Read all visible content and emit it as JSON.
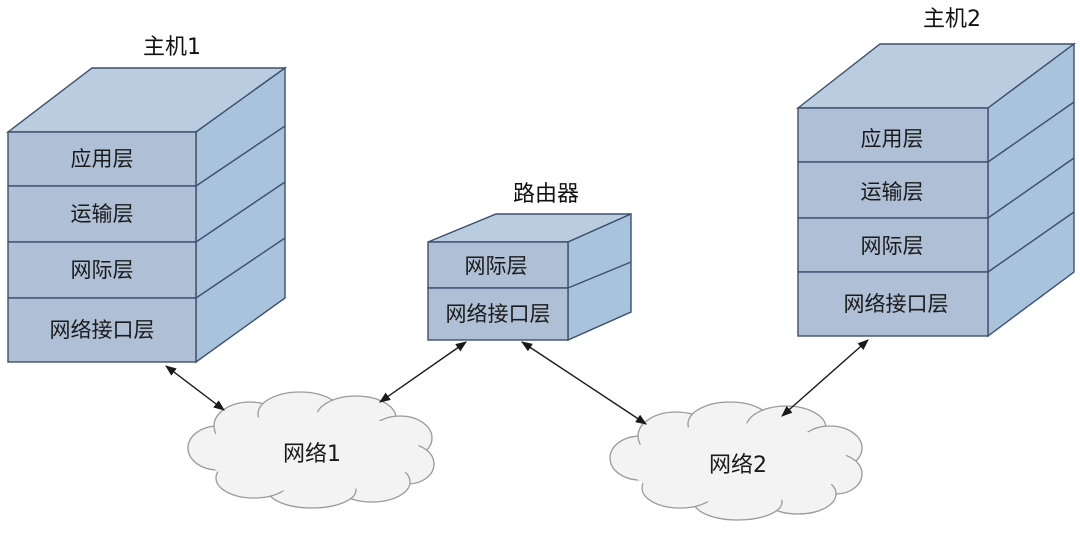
{
  "host1": {
    "title": "主机1",
    "layers": [
      "应用层",
      "运输层",
      "网际层",
      "网络接口层"
    ]
  },
  "host2": {
    "title": "主机2",
    "layers": [
      "应用层",
      "运输层",
      "网际层",
      "网络接口层"
    ]
  },
  "router": {
    "title": "路由器",
    "layers": [
      "网际层",
      "网络接口层"
    ]
  },
  "networks": [
    {
      "label": "网络1"
    },
    {
      "label": "网络2"
    }
  ],
  "colors": {
    "box_front": "#aebfd6",
    "box_side": "#a9c3dc",
    "box_edge": "#3d4f6e",
    "cloud": "#f3f3f3"
  }
}
